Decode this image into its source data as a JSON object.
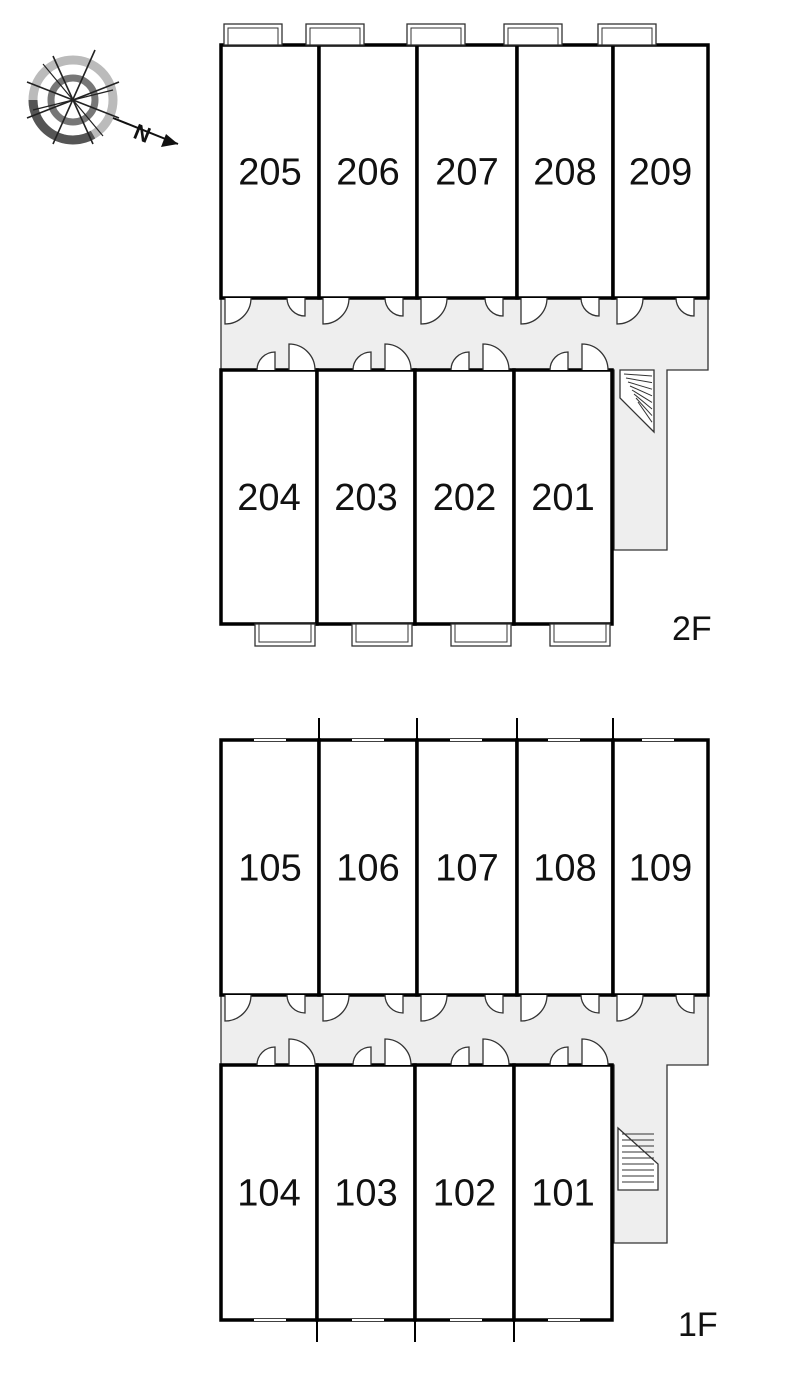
{
  "compass": {
    "north_label": "N"
  },
  "colors": {
    "wall": "#000000",
    "corridor_fill": "#eeeeee",
    "thin_line": "#555555"
  },
  "floors": [
    {
      "label": "2F",
      "rooms_back": [
        "205",
        "206",
        "207",
        "208",
        "209"
      ],
      "rooms_front": [
        "204",
        "203",
        "202",
        "201"
      ]
    },
    {
      "label": "1F",
      "rooms_back": [
        "105",
        "106",
        "107",
        "108",
        "109"
      ],
      "rooms_front": [
        "104",
        "103",
        "102",
        "101"
      ]
    }
  ]
}
